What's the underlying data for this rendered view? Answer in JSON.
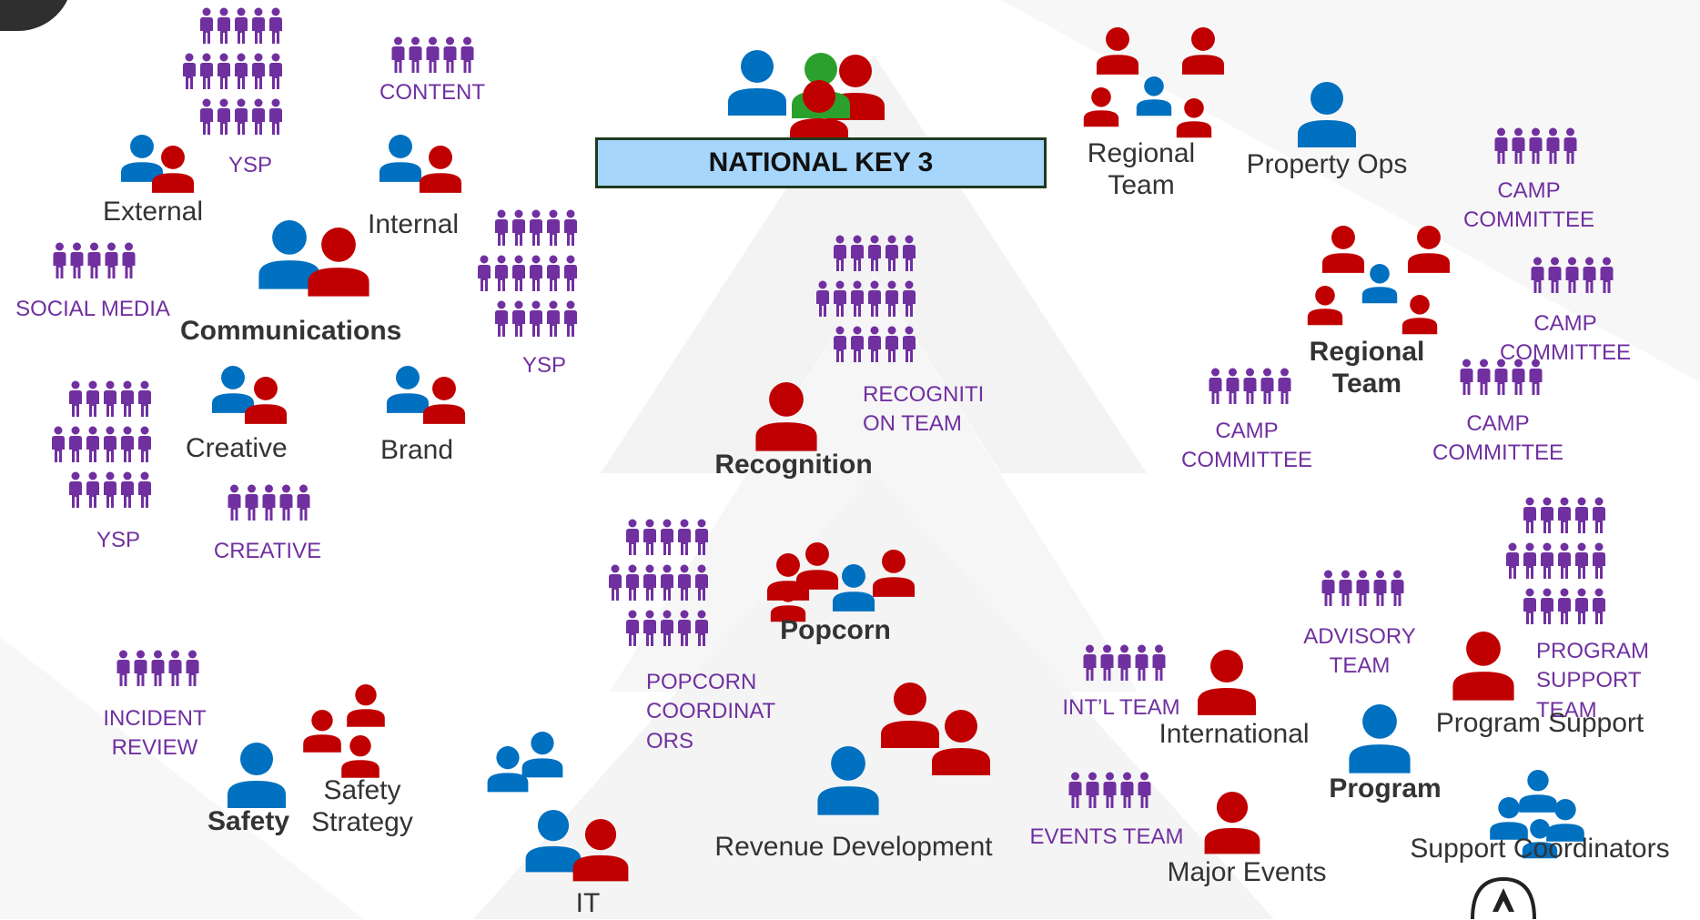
{
  "colors": {
    "blue": "#0070c0",
    "red": "#c00000",
    "green": "#2ca02c",
    "purple": "#7030a0",
    "box_fill": "#a6d6fb"
  },
  "header": {
    "title": "NATIONAL KEY 3"
  },
  "groups": {
    "communications": {
      "title": "Communications",
      "external": "External",
      "internal": "Internal",
      "creative": "Creative",
      "brand": "Brand",
      "teams": {
        "ysp_top": "YSP",
        "content": "CONTENT",
        "social_media": "SOCIAL MEDIA",
        "ysp_right": "YSP",
        "ysp_bottom": "YSP",
        "creative_team": "CREATIVE"
      }
    },
    "safety": {
      "title": "Safety",
      "safety_strategy": [
        "Safety",
        "Strategy"
      ],
      "teams": {
        "incident_review": [
          "INCIDENT",
          "REVIEW"
        ]
      }
    },
    "it": {
      "title": "IT"
    },
    "recognition": {
      "title": "Recognition",
      "teams": {
        "recognition_team": [
          "RECOGNITI",
          "ON TEAM"
        ]
      }
    },
    "popcorn": {
      "title": "Popcorn",
      "teams": {
        "popcorn_coordinators": [
          "POPCORN",
          "COORDINAT",
          "ORS"
        ]
      }
    },
    "revenue": {
      "title": "Revenue Development"
    },
    "regional": {
      "regional_team_top": [
        "Regional",
        "Team"
      ],
      "property_ops": "Property Ops",
      "regional_team": [
        "Regional",
        "Team"
      ],
      "teams": {
        "camp_committee_1": [
          "CAMP",
          "COMMITTEE"
        ],
        "camp_committee_2": [
          "CAMP",
          "COMMITTEE"
        ],
        "camp_committee_3": [
          "CAMP",
          "COMMITTEE"
        ],
        "camp_committee_4": [
          "CAMP",
          "COMMITTEE"
        ]
      }
    },
    "program": {
      "title": "Program",
      "international": "International",
      "major_events": "Major Events",
      "program_support": "Program Support",
      "support_coordinators": "Support Coordinators",
      "teams": {
        "intl_team": "INT’L TEAM",
        "events_team": "EVENTS TEAM",
        "advisory_team": [
          "ADVISORY",
          "TEAM"
        ],
        "program_support_team": [
          "PROGRAM",
          "SUPPORT",
          "TEAM"
        ]
      }
    }
  },
  "icons": [
    "person-icon",
    "people-icon",
    "crowd-icon",
    "scouting-badge-icon"
  ]
}
